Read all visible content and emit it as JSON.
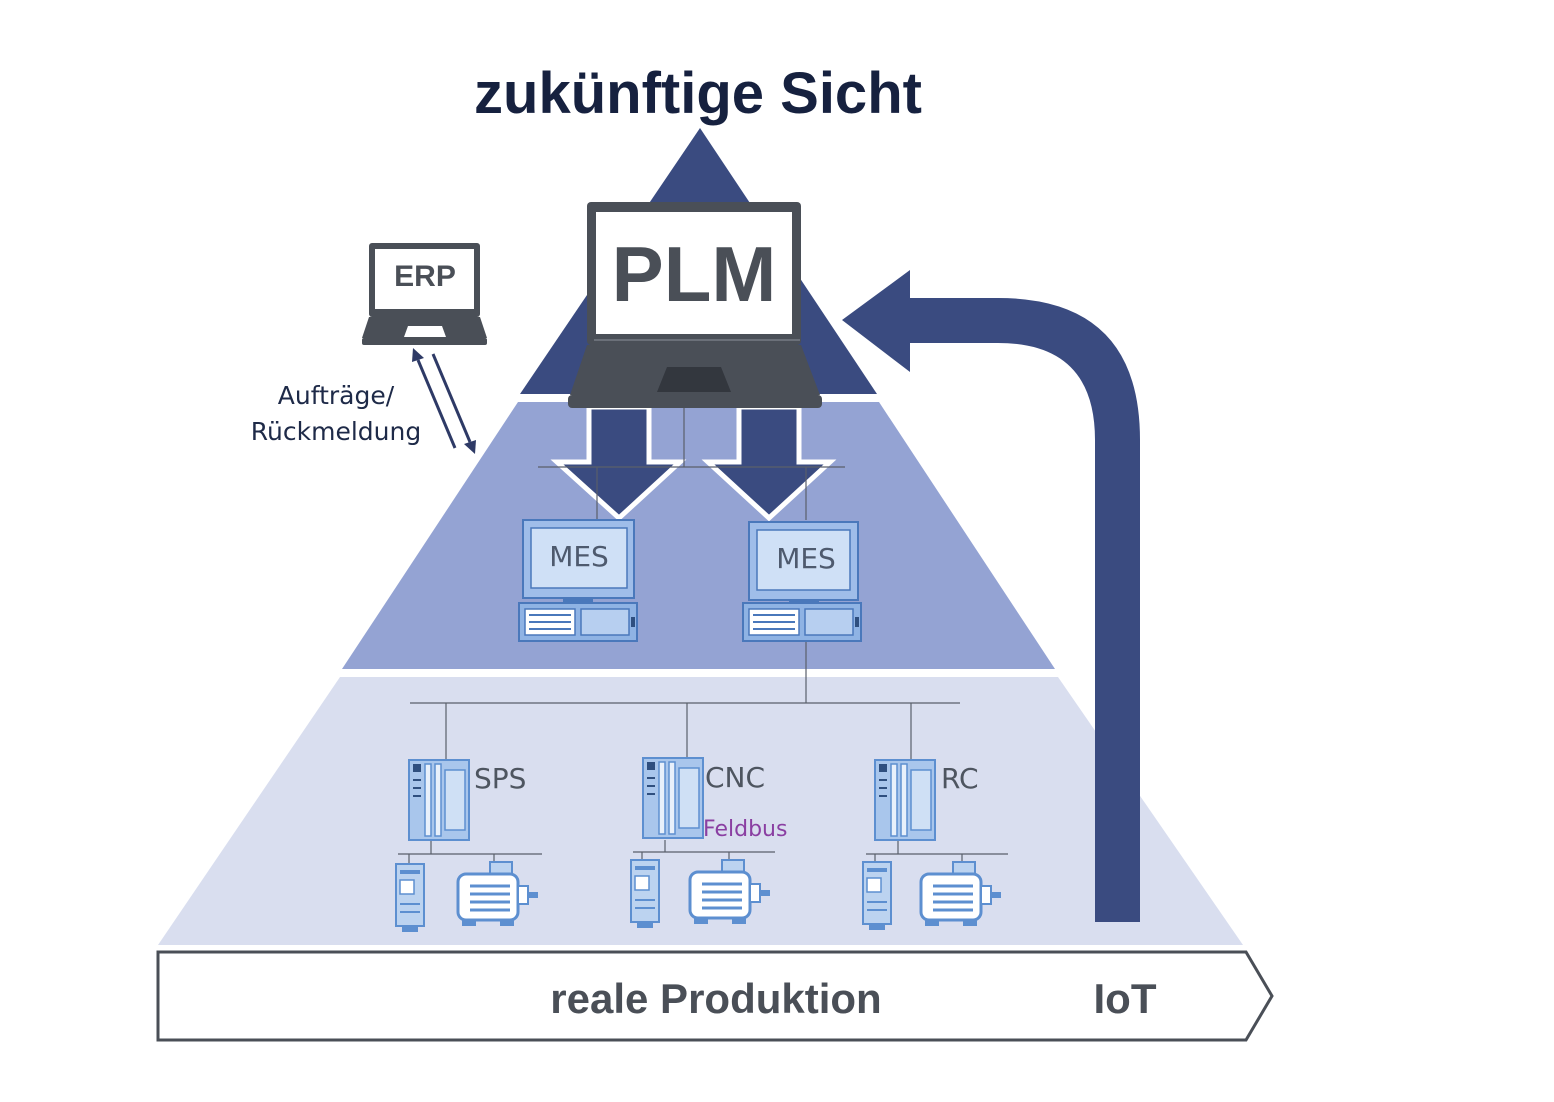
{
  "title": "zukünftige Sicht",
  "plm_label": "PLM",
  "erp_label": "ERP",
  "orders_label_line1": "Aufträge/",
  "orders_label_line2": "Rückmeldung",
  "mes_left_label": "MES",
  "mes_right_label": "MES",
  "controllers": [
    {
      "label": "SPS"
    },
    {
      "label": "CNC"
    },
    {
      "label": "RC"
    }
  ],
  "fieldbus_label": "Feldbus",
  "footer_label": "reale Produktion",
  "iot_label": "IoT",
  "colors": {
    "title": "#16213f",
    "pyramid_top": "#3a4b80",
    "pyramid_middle": "#94a3d3",
    "pyramid_bottom": "#d9deef",
    "arrow": "#3a4b80",
    "device_blue": "#5d8fd0",
    "fieldbus": "#8a3fa2"
  }
}
